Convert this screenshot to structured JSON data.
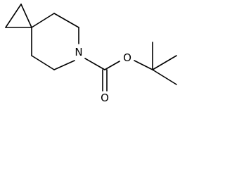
{
  "molecule": {
    "atoms": {
      "nitrogen": "N",
      "ester_oxygen": "O",
      "carbonyl_oxygen": "O"
    }
  }
}
